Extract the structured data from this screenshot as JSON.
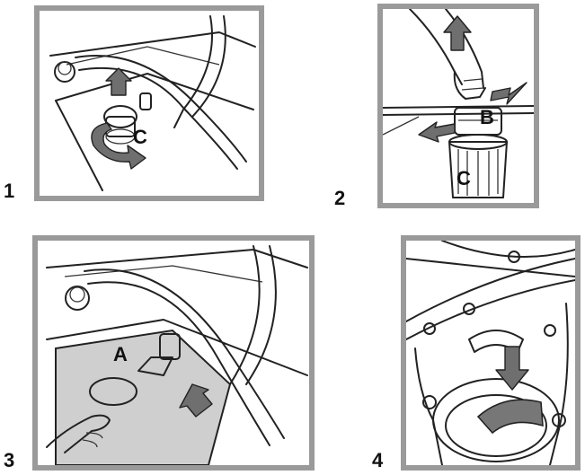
{
  "steps": [
    {
      "number": "1",
      "callouts": [
        "C"
      ]
    },
    {
      "number": "2",
      "callouts": [
        "B",
        "C"
      ]
    },
    {
      "number": "3",
      "callouts": [
        "A"
      ]
    },
    {
      "number": "4",
      "callouts": []
    }
  ],
  "colors": {
    "frame": "#9a9a9a",
    "arrow_fill": "#6f6f6f",
    "filter_plate": "#cfcfcf",
    "line": "#222222"
  }
}
